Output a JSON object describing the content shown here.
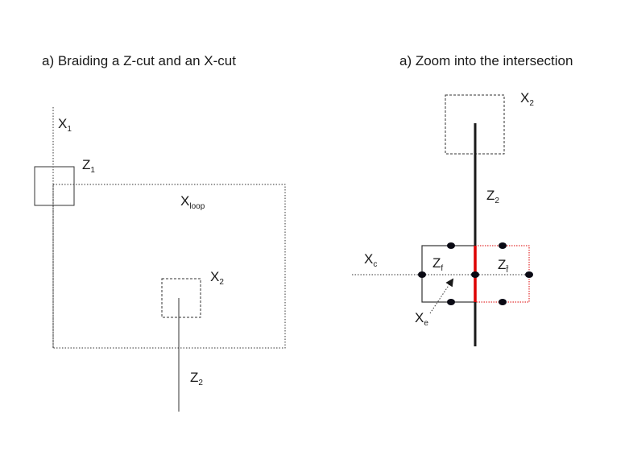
{
  "left_panel": {
    "title": "a) Braiding a Z-cut and an X-cut",
    "labels": {
      "x1": {
        "main": "X",
        "sub": "1"
      },
      "z1": {
        "main": "Z",
        "sub": "1"
      },
      "xloop": {
        "main": "X",
        "sub": "loop"
      },
      "x2": {
        "main": "X",
        "sub": "2"
      },
      "z2": {
        "main": "Z",
        "sub": "2"
      }
    }
  },
  "right_panel": {
    "title": "a) Zoom into the intersection",
    "labels": {
      "x2": {
        "main": "X",
        "sub": "2"
      },
      "z2": {
        "main": "Z",
        "sub": "2"
      },
      "xc": {
        "main": "X",
        "sub": "c"
      },
      "zf": {
        "main": "Z",
        "sub": "f"
      },
      "zfbar": {
        "main": "Z",
        "sub": "f̄"
      },
      "xe": {
        "main": "X",
        "sub": "e"
      }
    }
  },
  "colors": {
    "ink": "#1a1a1a",
    "red": "#dd0000",
    "dot": "#0a0a14"
  }
}
